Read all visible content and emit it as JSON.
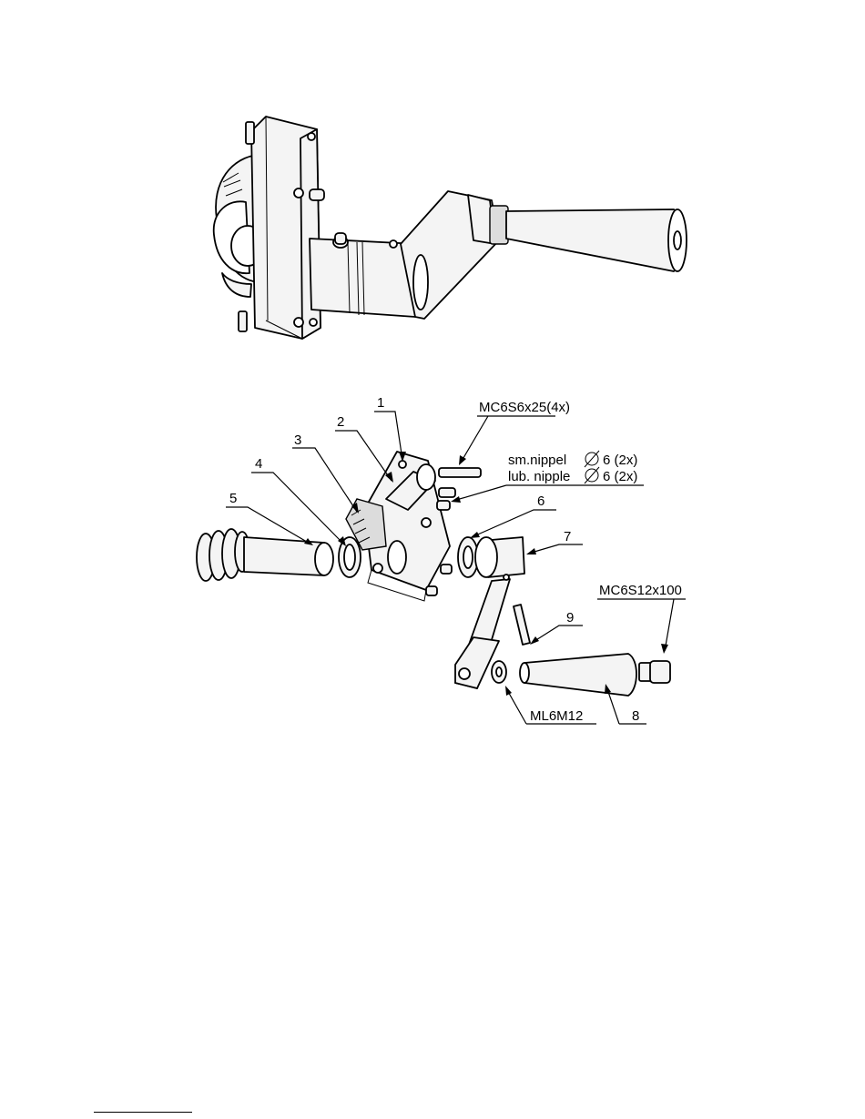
{
  "callouts": [
    {
      "id": "1",
      "text": "1"
    },
    {
      "id": "2",
      "text": "2"
    },
    {
      "id": "3",
      "text": "3"
    },
    {
      "id": "4",
      "text": "4"
    },
    {
      "id": "5",
      "text": "5"
    },
    {
      "id": "6",
      "text": "6"
    },
    {
      "id": "7",
      "text": "7"
    },
    {
      "id": "8",
      "text": "8"
    },
    {
      "id": "9",
      "text": "9"
    }
  ],
  "hardware": {
    "screw_top": "MC6S6x25(4x)",
    "nipple_nl": "sm.nippel",
    "nipple_en": "lub. nipple",
    "nipple_size": "6  (2x)",
    "screw_handle": "MC6S12x100",
    "nut": "ML6M12"
  }
}
